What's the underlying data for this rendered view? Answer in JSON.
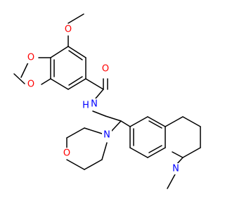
{
  "molecule": {
    "colors": {
      "bond": "#000000",
      "carbon": "#000000",
      "oxygen": "#ff0000",
      "nitrogen": "#0000ff",
      "background": "#ffffff"
    },
    "atom_labels": {
      "o_methoxy_top": "O",
      "o_methoxy_mid": "O",
      "o_methoxy_low": "O",
      "o_carbonyl": "O",
      "n_amide": "N",
      "h_amide": "H",
      "n_morpholine": "N",
      "o_morpholine": "O",
      "n_quinoline": "N"
    }
  }
}
